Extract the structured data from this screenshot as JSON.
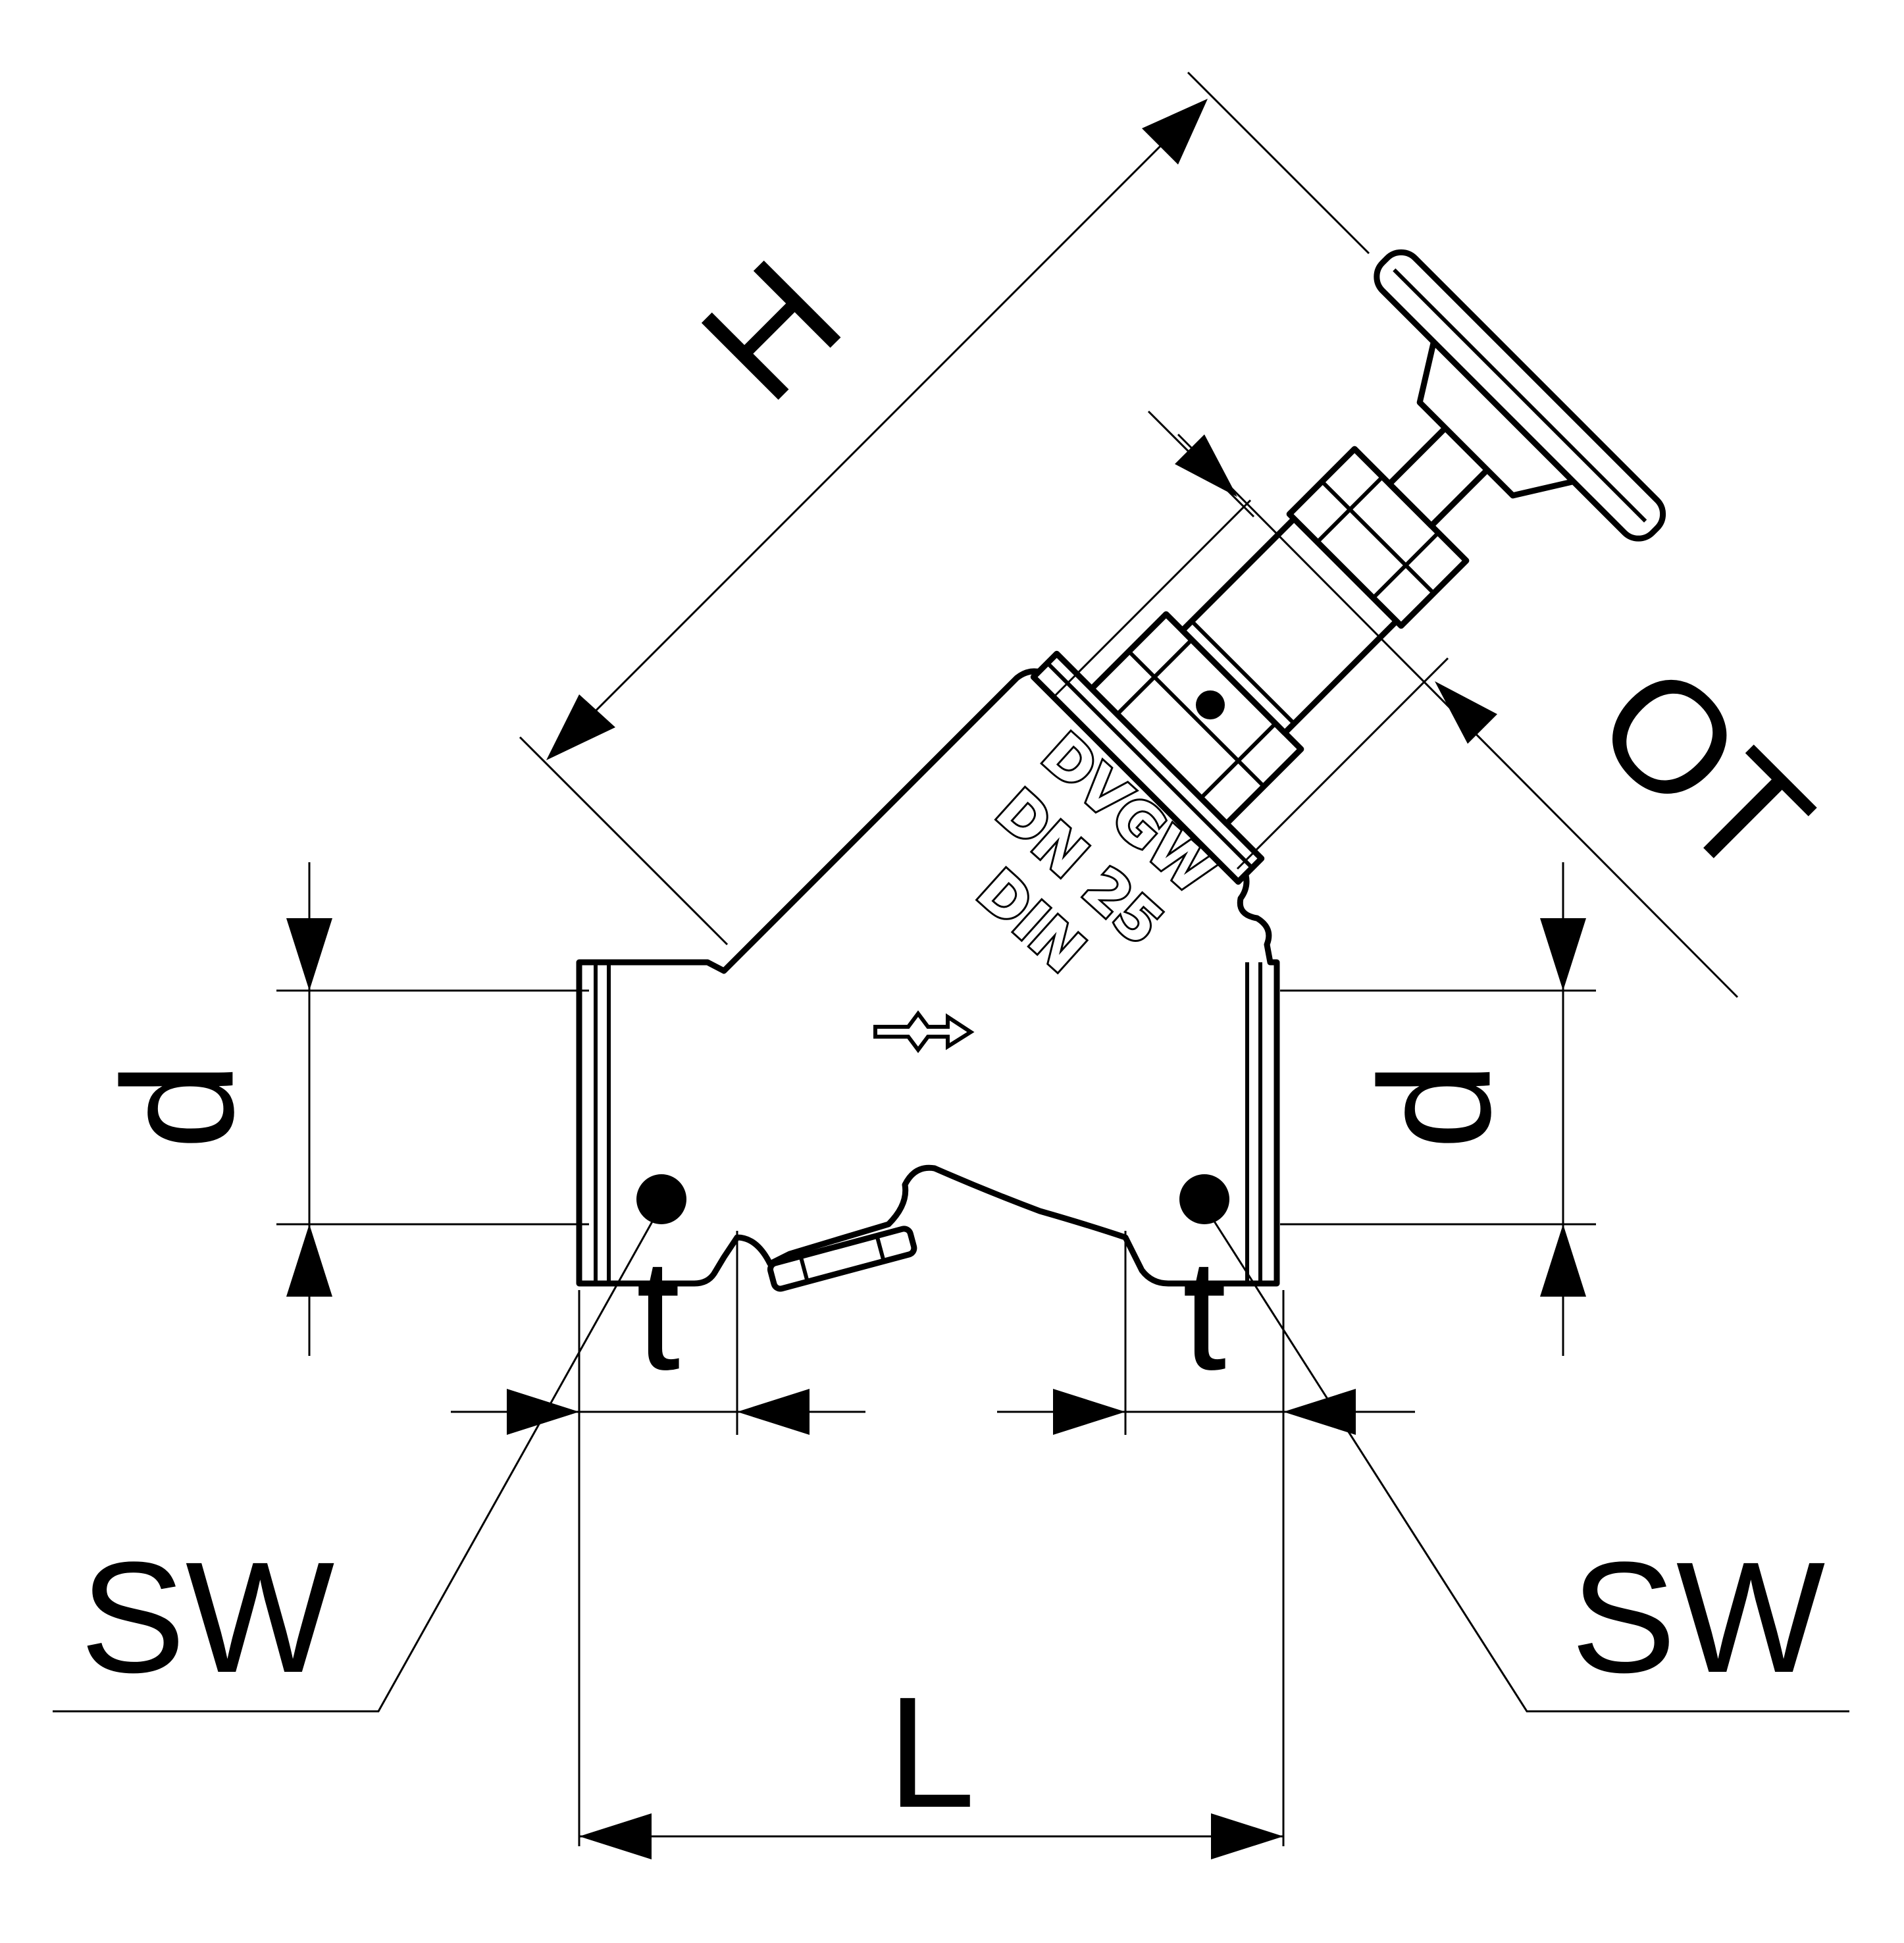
{
  "labels": {
    "height": "H",
    "top_clearance": "OT",
    "diameter_left": "d",
    "diameter_right": "d",
    "depth_left": "t",
    "depth_right": "t",
    "wrench_left": "SW",
    "wrench_right": "SW",
    "length": "L"
  },
  "stamp": {
    "line1": "DVGW",
    "line2": "DN 25",
    "line3": "DIN"
  }
}
